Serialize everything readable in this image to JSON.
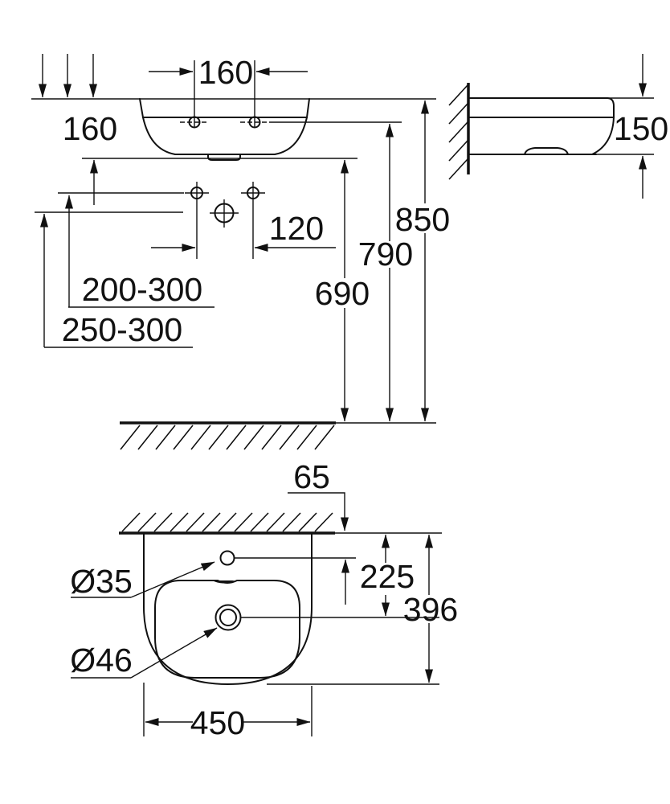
{
  "drawing": {
    "kind": "washbasin installation dimension drawing",
    "background_color": "#ffffff",
    "line_color": "#111111",
    "views": [
      "front-elevation",
      "side-elevation",
      "plan-view"
    ],
    "units_shown": "mm"
  },
  "dims": {
    "front_hole_spacing": "160",
    "front_basin_height": "160",
    "front_supply_spacing": "120",
    "front_supply_range": "200-300",
    "front_drain_range": "250-300",
    "front_bottom_height": "690",
    "front_fixing_height": "790",
    "front_rim_height": "850",
    "side_basin_height": "150",
    "plan_tap_offset": "65",
    "plan_drain_offset": "225",
    "plan_depth": "396",
    "plan_width": "450",
    "plan_tap_diameter": "Ø35",
    "plan_drain_diameter": "Ø46"
  }
}
